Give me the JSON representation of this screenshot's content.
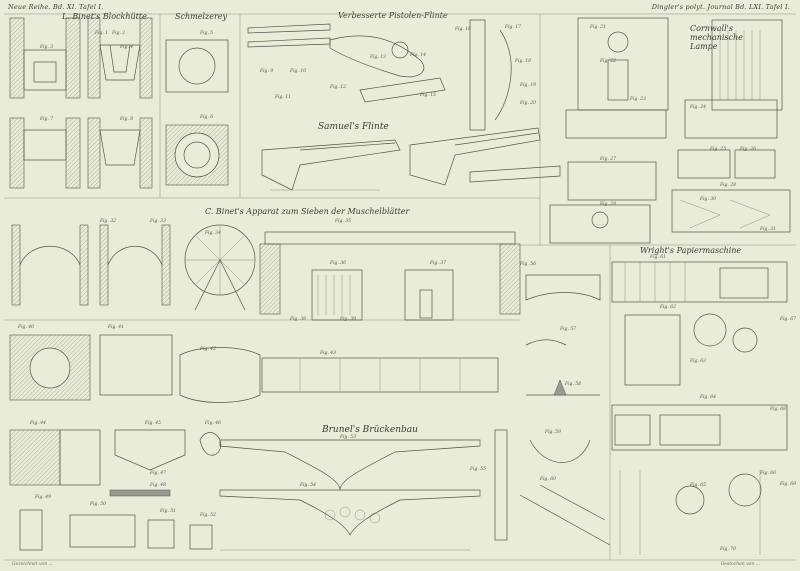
{
  "header": {
    "left": "Neue Reihe. Bd. XI. Tafel I.",
    "right": "Dingler's polyt. Journal Bd. LXI. Tafel I."
  },
  "titles": {
    "blacksmith": "L. Binet's Blockhütte",
    "smelting": "Schmelzerey",
    "flintlock": "Verbesserte Pistolen-Flinte",
    "samuel": "Samuel's Flinte",
    "cornwall": "Cornwall's mechanische Lampe",
    "apparatus": "C. Binet's Apparat zum Sieben der Muschelblätter",
    "wright": "Wright's Papiermaschine",
    "bridge": "Brunel's Brückenbau"
  },
  "footer": {
    "left": "Gezeichnet von ...",
    "right": "Gestochen von ..."
  },
  "figures": [
    "Fig. 1",
    "Fig. 2",
    "Fig. 3",
    "Fig. 4",
    "Fig. 5",
    "Fig. 6",
    "Fig. 7",
    "Fig. 8",
    "Fig. 9",
    "Fig. 10",
    "Fig. 11",
    "Fig. 12",
    "Fig. 13",
    "Fig. 14",
    "Fig. 15",
    "Fig. 16",
    "Fig. 17",
    "Fig. 18",
    "Fig. 19",
    "Fig. 20",
    "Fig. 21",
    "Fig. 22",
    "Fig. 23",
    "Fig. 24",
    "Fig. 25",
    "Fig. 26",
    "Fig. 27",
    "Fig. 28",
    "Fig. 29",
    "Fig. 30",
    "Fig. 31",
    "Fig. 32",
    "Fig. 33",
    "Fig. 34",
    "Fig. 35",
    "Fig. 36",
    "Fig. 37",
    "Fig. 38",
    "Fig. 39",
    "Fig. 40",
    "Fig. 41",
    "Fig. 42",
    "Fig. 43",
    "Fig. 44",
    "Fig. 45",
    "Fig. 46",
    "Fig. 47",
    "Fig. 48",
    "Fig. 49",
    "Fig. 50",
    "Fig. 51",
    "Fig. 52",
    "Fig. 53",
    "Fig. 54",
    "Fig. 55",
    "Fig. 56",
    "Fig. 57",
    "Fig. 58",
    "Fig. 59",
    "Fig. 60",
    "Fig. 61",
    "Fig. 62",
    "Fig. 63",
    "Fig. 64",
    "Fig. 65",
    "Fig. 66",
    "Fig. 67",
    "Fig. 68",
    "Fig. 69",
    "Fig. 70"
  ]
}
